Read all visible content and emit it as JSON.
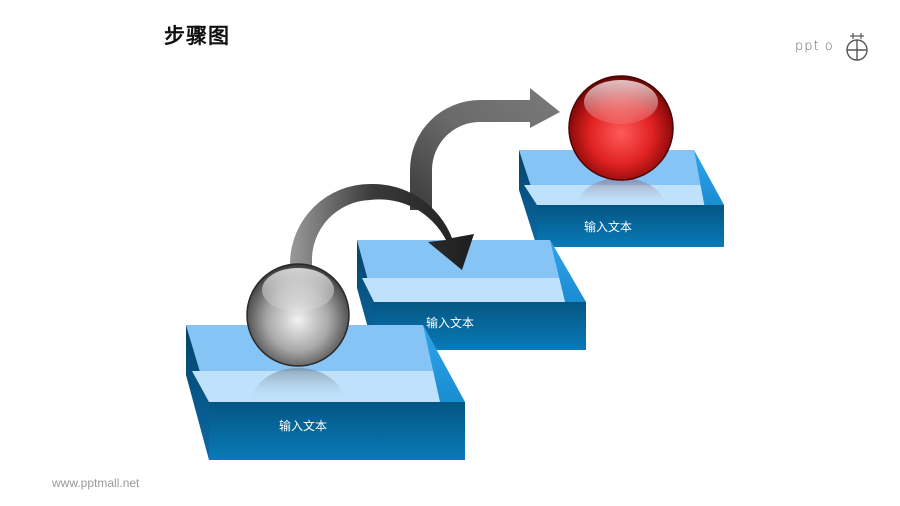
{
  "header": {
    "title": "步骤图",
    "logo_text": "PPT",
    "logo_icon": "ppt-mall-logo-icon"
  },
  "diagram": {
    "type": "3d-staircase-steps",
    "steps": [
      {
        "label": "输入文本",
        "marker": "gray-sphere",
        "marker_color": "#8a8a8a"
      },
      {
        "label": "输入文本",
        "marker": "none"
      },
      {
        "label": "输入文本",
        "marker": "red-sphere",
        "marker_color": "#d81e1e"
      }
    ],
    "arrows": [
      {
        "from": "step-1",
        "to": "step-2",
        "color": "#2b2b2b"
      },
      {
        "from": "step-2",
        "to": "step-3",
        "color": "#707070"
      }
    ],
    "colors": {
      "top_face": "#85c4f5",
      "top_band": "#bfe1fb",
      "front_face": "#0a6aa3",
      "front_face_dark": "#045682",
      "side_face": "#2fa3ec",
      "side_face_dark": "#0879b8"
    }
  },
  "footer": {
    "watermark": "www.pptmall.net"
  }
}
